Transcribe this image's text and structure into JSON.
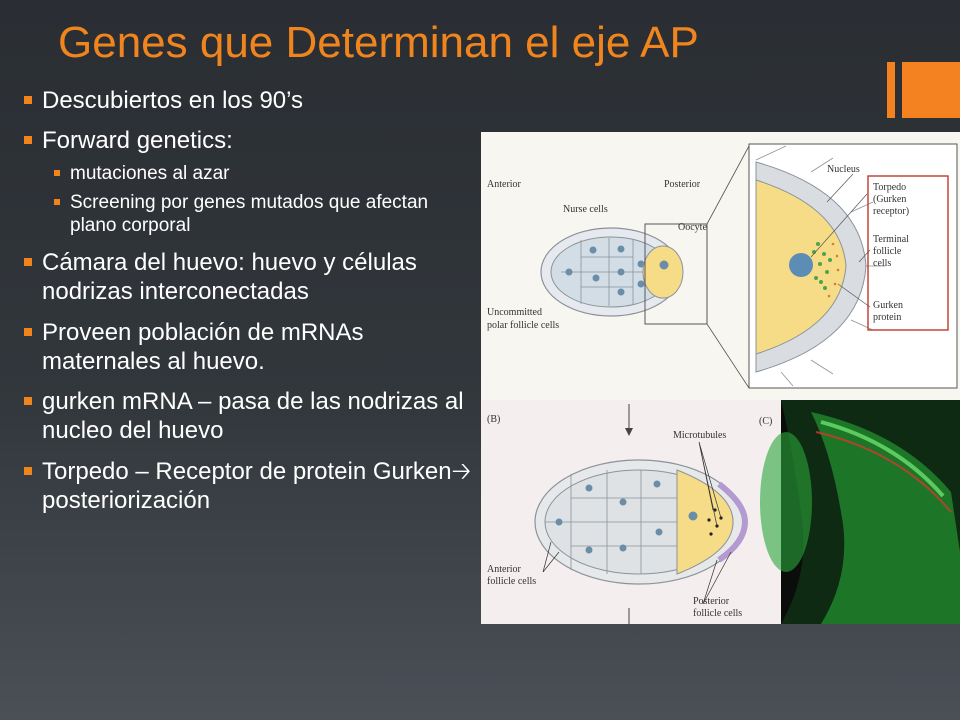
{
  "slide": {
    "title": "Genes que Determinan el eje AP",
    "colors": {
      "accent": "#f0851e",
      "background": "#2f3338",
      "text": "#ffffff"
    }
  },
  "bullets": [
    {
      "level": 1,
      "text": "Descubiertos en los 90’s"
    },
    {
      "level": 1,
      "text": "Forward genetics:"
    },
    {
      "level": 2,
      "text": "mutaciones al azar"
    },
    {
      "level": 2,
      "text": "Screening por genes mutados que afectan plano corporal"
    },
    {
      "level": 1,
      "text": "Cámara del huevo: huevo y células nodrizas interconectadas"
    },
    {
      "level": 1,
      "text": "Proveen población de mRNAs maternales al huevo."
    },
    {
      "level": 1,
      "text": "gurken mRNA – pasa de las nodrizas al nucleo del huevo"
    },
    {
      "level": 1,
      "text": "Torpedo – Receptor de protein Gurken🡢 posteriorización"
    }
  ],
  "figure": {
    "top_panel": {
      "labels": {
        "anterior": "Anterior",
        "nurse_cells": "Nurse cells",
        "posterior": "Posterior",
        "oocyte": "Oocyte",
        "uncommitted_1": "Uncommitted",
        "uncommitted_2": "polar follicle cells",
        "nucleus": "Nucleus",
        "torpedo_1": "Torpedo",
        "torpedo_2": "(Gurken",
        "torpedo_3": "receptor)",
        "terminal_1": "Terminal",
        "terminal_2": "follicle",
        "terminal_3": "cells",
        "gurken_1": "Gurken",
        "gurken_2": "protein"
      }
    },
    "bottom_panel": {
      "labels": {
        "panel_b": "(B)",
        "panel_c": "(C)",
        "microtubules": "Microtubules",
        "anterior_1": "Anterior",
        "anterior_2": "follicle cells",
        "posterior_1": "Posterior",
        "posterior_2": "follicle cells"
      }
    }
  }
}
